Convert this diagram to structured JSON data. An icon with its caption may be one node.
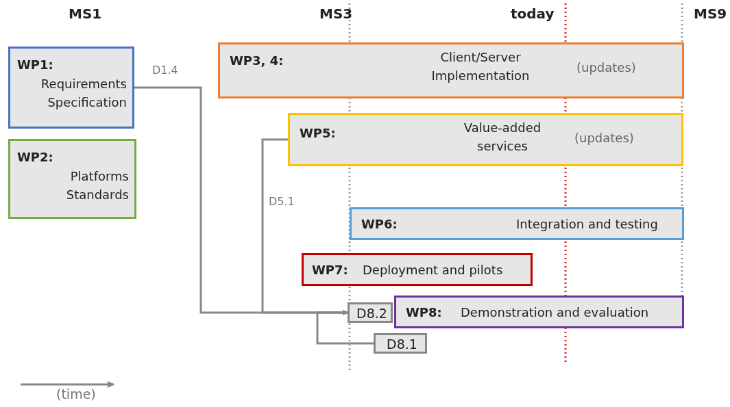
{
  "diagram": {
    "nodes": [
      {
        "text": [
          "WP1:",
          "Requirements Specification"
        ]
      },
      {
        "text": [
          "WP2:",
          "Platforms Standards"
        ]
      },
      {
        "text": [
          "WP3, 4:",
          "Client/Server Implementation",
          "(updates)"
        ]
      },
      {
        "text": [
          "WP5:",
          "Value-added services",
          "(updates)"
        ]
      },
      {
        "text": [
          "WP6:",
          "Integration and testing"
        ]
      },
      {
        "text": [
          "WP7:",
          "Deployment and pilots"
        ]
      },
      {
        "text": [
          "D8.2"
        ]
      },
      {
        "text": [
          "WP8:",
          "Demonstration and evaluation"
        ]
      },
      {
        "text": [
          "D8.1"
        ]
      }
    ],
    "edges": [
      {
        "from": 0,
        "to": 6,
        "arrow": "to",
        "label": "D1.4"
      },
      {
        "from": 3,
        "to": 6,
        "arrow": "to",
        "label": "D5.1"
      },
      {
        "from": 8,
        "to": 6,
        "arrow": "to"
      }
    ],
    "labels": [
      "MS1",
      "MS3",
      "today",
      "MS9",
      "(time)"
    ]
  }
}
